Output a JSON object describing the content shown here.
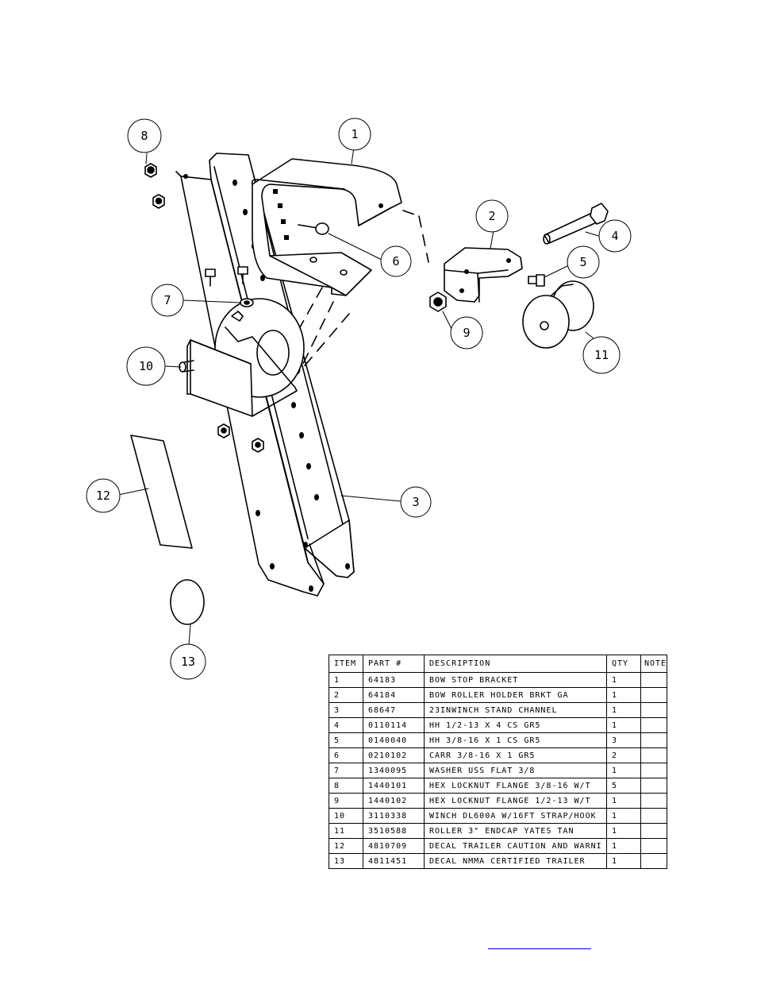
{
  "callouts": [
    "8",
    "1",
    "2",
    "4",
    "5",
    "6",
    "7",
    "9",
    "10",
    "11",
    "12",
    "3",
    "13"
  ],
  "bom": {
    "headers": [
      "ITEM",
      "PART #",
      "DESCRIPTION",
      "QTY",
      "NOTE"
    ],
    "rows": [
      [
        "1",
        "64183",
        "BOW STOP BRACKET",
        "1",
        ""
      ],
      [
        "2",
        "64184",
        "BOW ROLLER HOLDER BRKT GA",
        "1",
        ""
      ],
      [
        "3",
        "68647",
        "23INWINCH STAND CHANNEL",
        "1",
        ""
      ],
      [
        "4",
        "0110114",
        "HH 1/2-13 X 4 CS GR5",
        "1",
        ""
      ],
      [
        "5",
        "0140040",
        "HH 3/8-16 X 1 CS GR5",
        "3",
        ""
      ],
      [
        "6",
        "0210102",
        "CARR 3/8-16 X 1 GR5",
        "2",
        ""
      ],
      [
        "7",
        "1340095",
        "WASHER USS FLAT 3/8",
        "1",
        ""
      ],
      [
        "8",
        "1440101",
        "HEX LOCKNUT FLANGE 3/8-16 W/T",
        "5",
        ""
      ],
      [
        "9",
        "1440102",
        "HEX LOCKNUT FLANGE 1/2-13 W/T",
        "1",
        ""
      ],
      [
        "10",
        "3110338",
        "WINCH DL600A W/16FT STRAP/HOOK",
        "1",
        ""
      ],
      [
        "11",
        "3510588",
        "ROLLER 3\" ENDCAP YATES TAN",
        "1",
        ""
      ],
      [
        "12",
        "4810709",
        "DECAL TRAILER CAUTION AND WARNI",
        "1",
        ""
      ],
      [
        "13",
        "4811451",
        "DECAL NMMA CERTIFIED TRAILER",
        "1",
        ""
      ]
    ]
  },
  "footer_link": ""
}
